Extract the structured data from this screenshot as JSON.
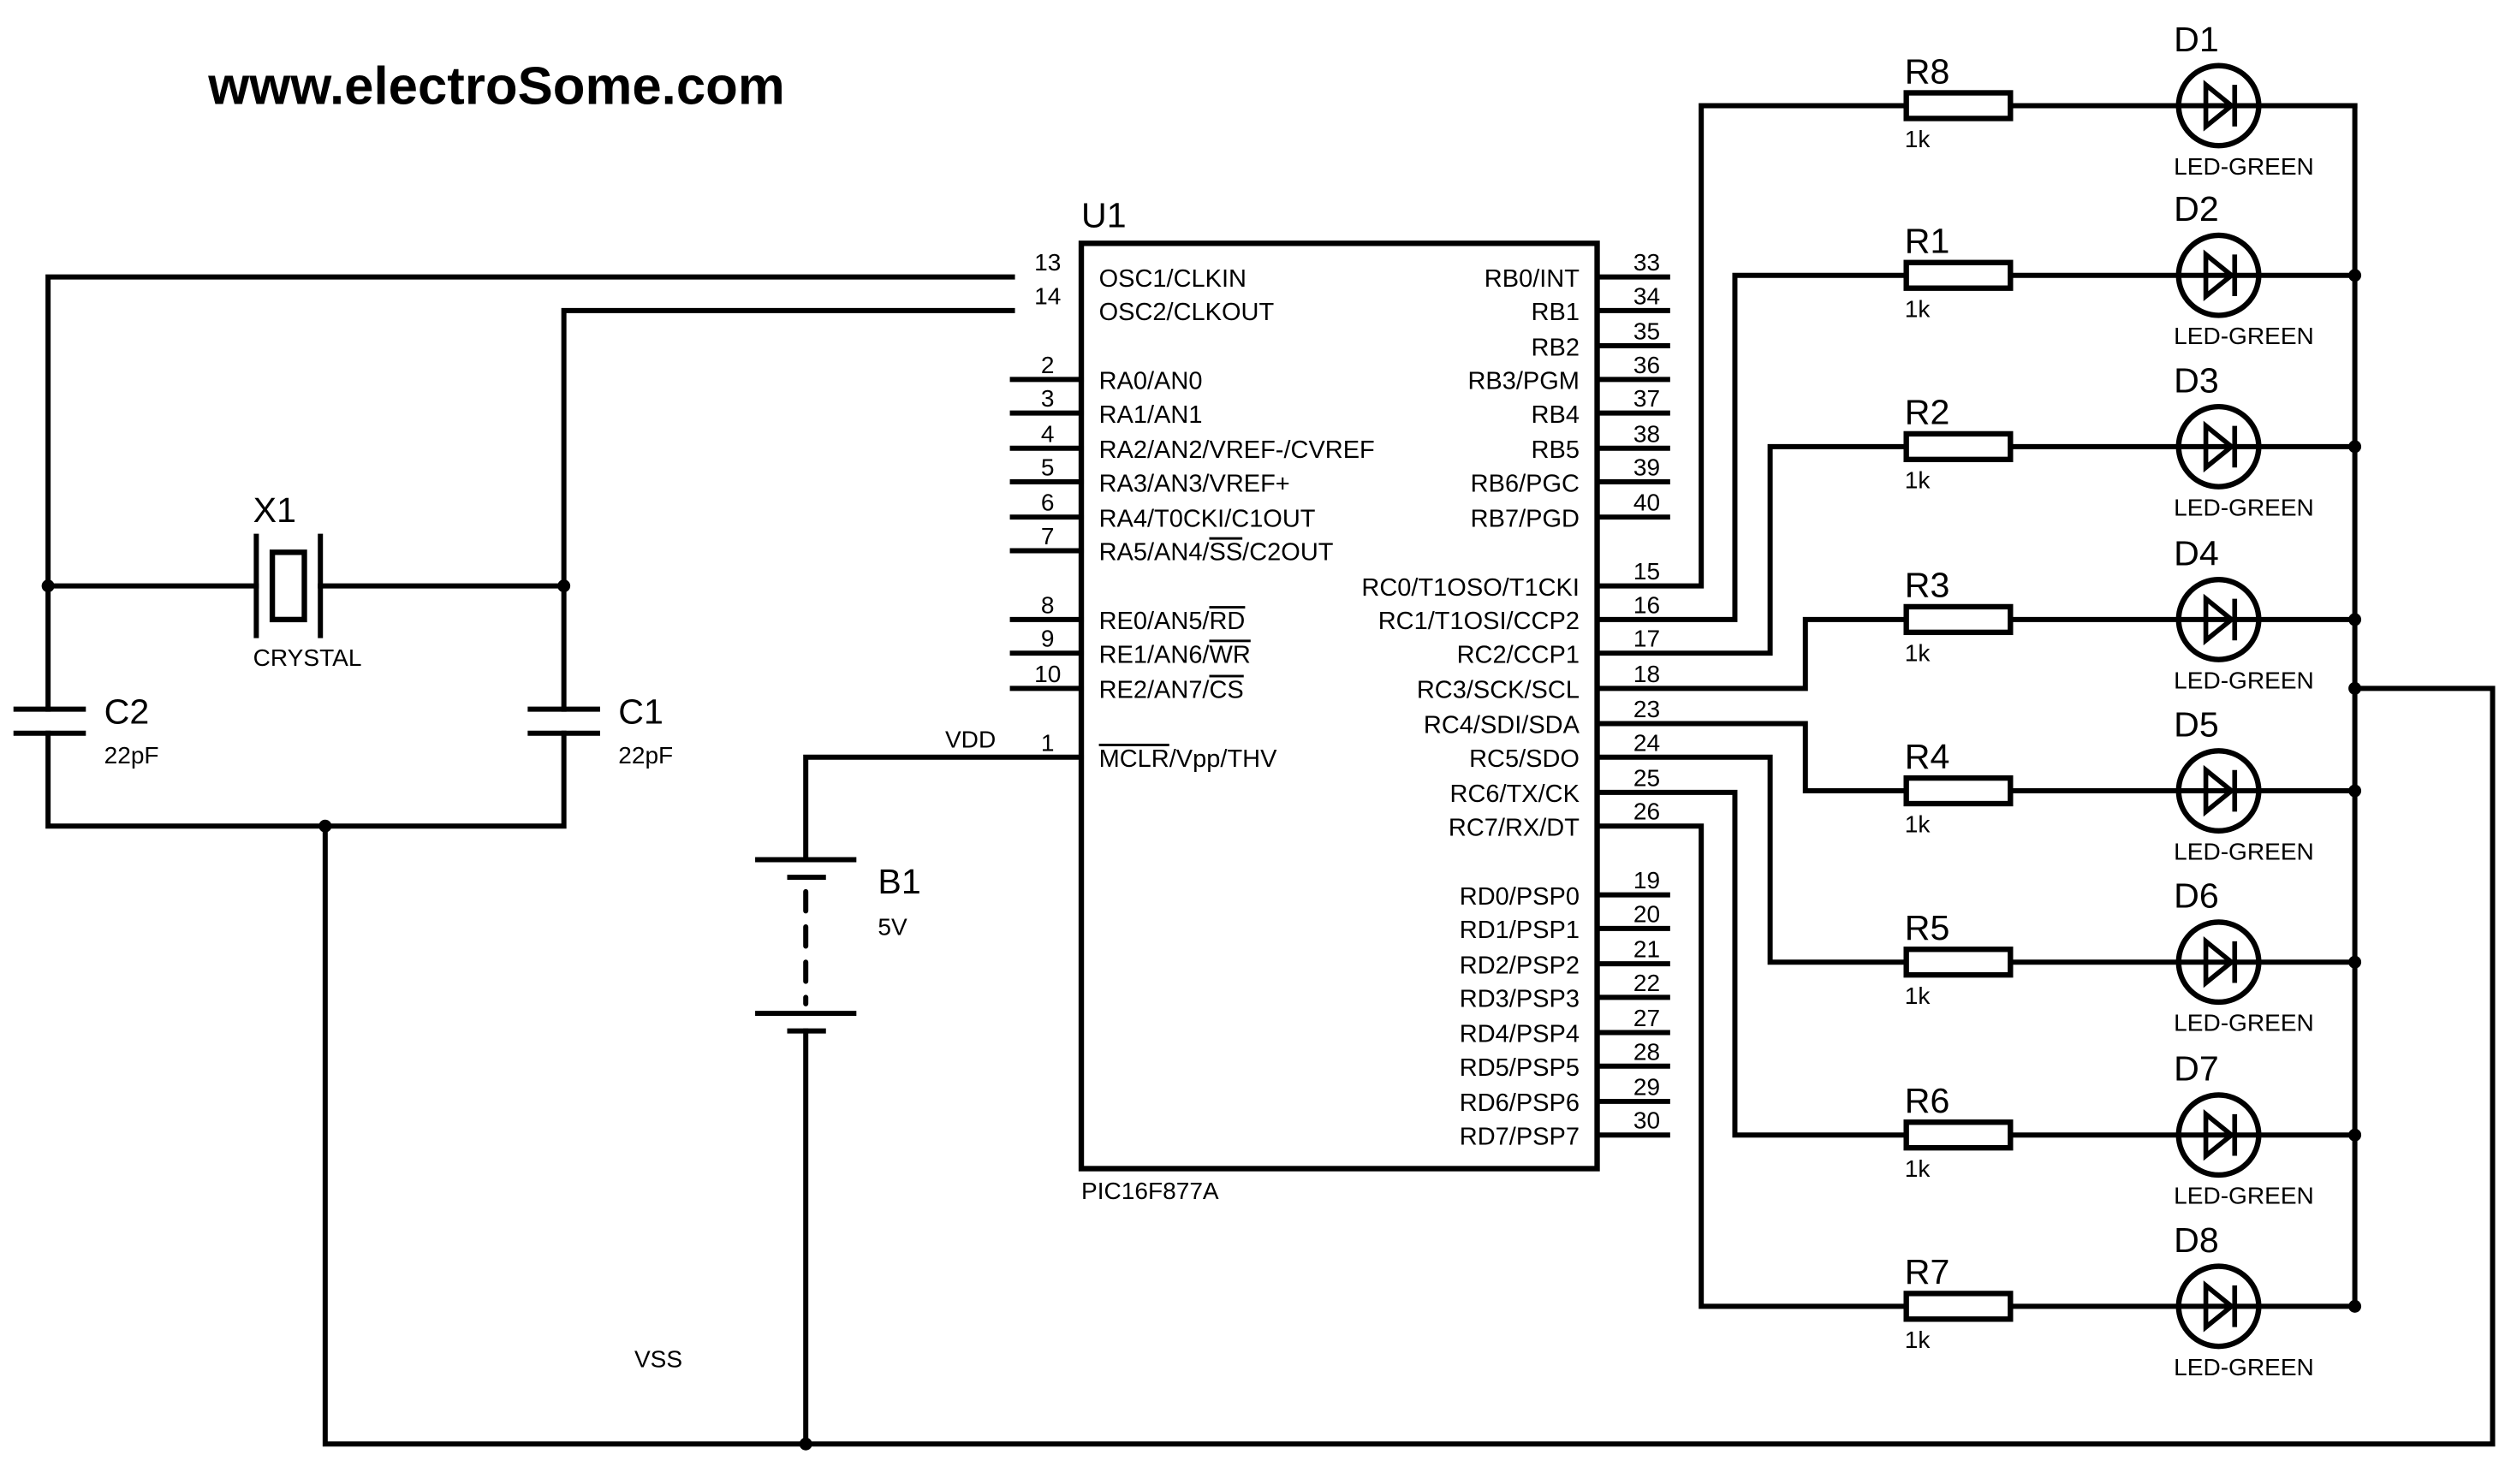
{
  "title": "www.electroSome.com",
  "mcu": {
    "ref": "U1",
    "part": "PIC16F877A",
    "left_pins": [
      {
        "num": "13",
        "name": "OSC1/CLKIN",
        "overline": ""
      },
      {
        "num": "14",
        "name": "OSC2/CLKOUT",
        "overline": ""
      },
      {
        "num": "2",
        "name": "RA0/AN0",
        "overline": ""
      },
      {
        "num": "3",
        "name": "RA1/AN1",
        "overline": ""
      },
      {
        "num": "4",
        "name": "RA2/AN2/VREF-/CVREF",
        "overline": ""
      },
      {
        "num": "5",
        "name": "RA3/AN3/VREF+",
        "overline": ""
      },
      {
        "num": "6",
        "name": "RA4/T0CKI/C1OUT",
        "overline": ""
      },
      {
        "num": "7",
        "name": "RA5/AN4/SS/C2OUT",
        "overline": "SS"
      },
      {
        "num": "8",
        "name": "RE0/AN5/RD",
        "overline": "RD"
      },
      {
        "num": "9",
        "name": "RE1/AN6/WR",
        "overline": "WR"
      },
      {
        "num": "10",
        "name": "RE2/AN7/CS",
        "overline": "CS"
      },
      {
        "num": "1",
        "name": "MCLR/Vpp/THV",
        "overline": "MCLR"
      }
    ],
    "right_pins": [
      {
        "num": "33",
        "name": "RB0/INT"
      },
      {
        "num": "34",
        "name": "RB1"
      },
      {
        "num": "35",
        "name": "RB2"
      },
      {
        "num": "36",
        "name": "RB3/PGM"
      },
      {
        "num": "37",
        "name": "RB4"
      },
      {
        "num": "38",
        "name": "RB5"
      },
      {
        "num": "39",
        "name": "RB6/PGC"
      },
      {
        "num": "40",
        "name": "RB7/PGD"
      },
      {
        "num": "15",
        "name": "RC0/T1OSO/T1CKI"
      },
      {
        "num": "16",
        "name": "RC1/T1OSI/CCP2"
      },
      {
        "num": "17",
        "name": "RC2/CCP1"
      },
      {
        "num": "18",
        "name": "RC3/SCK/SCL"
      },
      {
        "num": "23",
        "name": "RC4/SDI/SDA"
      },
      {
        "num": "24",
        "name": "RC5/SDO"
      },
      {
        "num": "25",
        "name": "RC6/TX/CK"
      },
      {
        "num": "26",
        "name": "RC7/RX/DT"
      },
      {
        "num": "19",
        "name": "RD0/PSP0"
      },
      {
        "num": "20",
        "name": "RD1/PSP1"
      },
      {
        "num": "21",
        "name": "RD2/PSP2"
      },
      {
        "num": "22",
        "name": "RD3/PSP3"
      },
      {
        "num": "27",
        "name": "RD4/PSP4"
      },
      {
        "num": "28",
        "name": "RD5/PSP5"
      },
      {
        "num": "29",
        "name": "RD6/PSP6"
      },
      {
        "num": "30",
        "name": "RD7/PSP7"
      }
    ]
  },
  "crystal": {
    "ref": "X1",
    "value": "CRYSTAL"
  },
  "capacitors": [
    {
      "ref": "C2",
      "value": "22pF"
    },
    {
      "ref": "C1",
      "value": "22pF"
    }
  ],
  "battery": {
    "ref": "B1",
    "value": "5V"
  },
  "nets": {
    "vdd": "VDD",
    "vss": "VSS"
  },
  "led_rows": [
    {
      "resistor": "R8",
      "r_value": "1k",
      "led": "D1",
      "led_value": "LED-GREEN",
      "mcu_pin": "RC0"
    },
    {
      "resistor": "R1",
      "r_value": "1k",
      "led": "D2",
      "led_value": "LED-GREEN",
      "mcu_pin": "RC1"
    },
    {
      "resistor": "R2",
      "r_value": "1k",
      "led": "D3",
      "led_value": "LED-GREEN",
      "mcu_pin": "RC2"
    },
    {
      "resistor": "R3",
      "r_value": "1k",
      "led": "D4",
      "led_value": "LED-GREEN",
      "mcu_pin": "RC3"
    },
    {
      "resistor": "R4",
      "r_value": "1k",
      "led": "D5",
      "led_value": "LED-GREEN",
      "mcu_pin": "RC4"
    },
    {
      "resistor": "R5",
      "r_value": "1k",
      "led": "D6",
      "led_value": "LED-GREEN",
      "mcu_pin": "RC5"
    },
    {
      "resistor": "R6",
      "r_value": "1k",
      "led": "D7",
      "led_value": "LED-GREEN",
      "mcu_pin": "RC6"
    },
    {
      "resistor": "R7",
      "r_value": "1k",
      "led": "D8",
      "led_value": "LED-GREEN",
      "mcu_pin": "RC7"
    }
  ]
}
